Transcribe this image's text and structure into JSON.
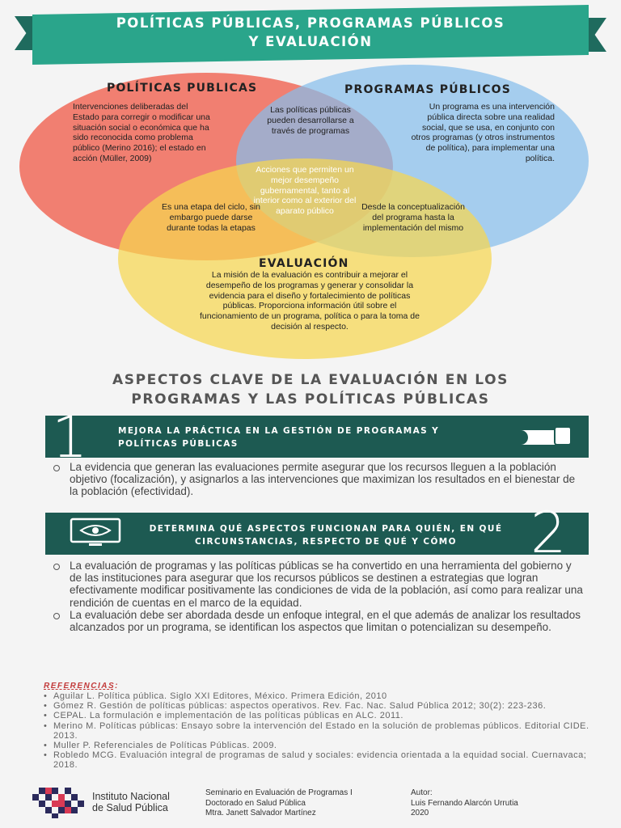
{
  "header": {
    "title_line1": "Políticas Públicas, Programas Públicos",
    "title_line2": "y Evaluación"
  },
  "venn": {
    "politicas": {
      "title": "Políticas Publicas",
      "text": "Intervenciones deliberadas del Estado para corregir o modificar una situación social o económica que ha sido reconocida como problema público (Merino 2016); el estado en acción (Müller, 2009)"
    },
    "programas": {
      "title": "Programas Públicos",
      "text": "Un programa es una intervención pública directa sobre una realidad social, que se usa, en conjunto con otros programas (y otros instrumentos de política), para implementar una política."
    },
    "evaluacion": {
      "title": "Evaluación",
      "text": "La misión de la evaluación es contribuir a mejorar el desempeño de los programas y generar y consolidar la evidencia para el diseño y fortalecimiento de políticas públicas. Proporciona información útil sobre el funcionamiento de un programa, política o para la toma de decisión al respecto."
    },
    "overlap_pol_prog": "Las políticas públicas pueden desarrollarse a través de programas",
    "overlap_center": "Acciones que permiten un mejor desempeño gubernamental, tanto al interior como al exterior del aparato público",
    "overlap_pol_eval": "Es una etapa del ciclo, sin embargo puede darse durante todas la etapas",
    "overlap_prog_eval": "Desde la conceptualización del programa hasta la implementación del mismo"
  },
  "section_title_line1": "Aspectos clave de la evaluación en los",
  "section_title_line2": "programas y las políticas públicas",
  "key1": {
    "number": "1",
    "heading_line1": "Mejora  la práctica en la gestión de programas y",
    "heading_line2": "políticas públicas",
    "icon": "ticket-icon",
    "bullets": [
      "La evidencia que generan las evaluaciones permite asegurar que los recursos lleguen a la población objetivo (focalización), y asignarlos a las intervenciones que maximizan los resultados en el bienestar de la población (efectividad)."
    ]
  },
  "key2": {
    "number": "2",
    "heading_line1": "Determina qué aspectos funcionan para quién, en qué",
    "heading_line2": "circunstancias, respecto de qué y cómo",
    "icon": "monitor-eye-icon",
    "bullets": [
      "La evaluación de programas y las políticas públicas se ha convertido en una herramienta del gobierno y de las instituciones para asegurar que los recursos públicos se destinen a estrategias que logran efectivamente modificar positivamente las condiciones de vida de la población, así como para realizar una rendición de cuentas en el marco de la equidad.",
      "La evaluación debe ser abordada desde un enfoque integral, en el que además de analizar los resultados alcanzados por un programa, se identifican los aspectos que limitan o potencializan su desempeño."
    ]
  },
  "references": {
    "heading": "Referencias:",
    "items": [
      "Aguilar L. Política pública. Siglo XXI Editores, México. Primera Edición, 2010",
      "Gómez R. Gestión de políticas públicas: aspectos operativos. Rev. Fac. Nac. Salud Pública 2012; 30(2): 223-236.",
      "CEPAL. La formulación e implementación de las políticas públicas en ALC. 2011.",
      "Merino M. Políticas públicas: Ensayo sobre la intervención del Estado en la solución de problemas públicos. Editorial CIDE. 2013.",
      "Muller P. Referenciales de Políticas Públicas. 2009.",
      "Robledo MCG. Evaluación integral de programas de salud y sociales: evidencia orientada a la equidad social. Cuernavaca; 2018."
    ]
  },
  "footer": {
    "institution_line1": "Instituto Nacional",
    "institution_line2": "de Salud Pública",
    "seminar_line1": "Seminario en Evaluación de Programas I",
    "seminar_line2": "Doctorado en Salud Pública",
    "seminar_line3": "Mtra. Janett Salvador Martínez",
    "author_label": "Autor:",
    "author_name": "Luis Fernando Alarcón Urrutia",
    "year": "2020"
  },
  "colors": {
    "teal": "#2aa58b",
    "dark_teal": "#1d5a52",
    "red_circle": "#f06e5f",
    "blue_circle": "#87beeb",
    "yellow_circle": "#f7d750",
    "reference_red": "#c23a3a"
  }
}
